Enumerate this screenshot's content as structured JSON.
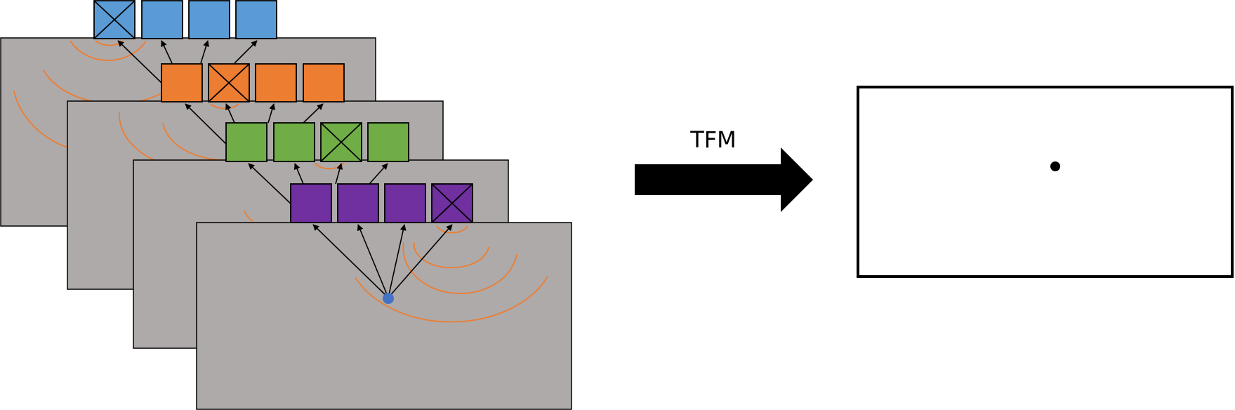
{
  "arrow": {
    "label": "TFM"
  },
  "colors": {
    "panel": "#aeaaaa",
    "wave": "#ed7d31",
    "layer_1": "#5b9bd5",
    "layer_2": "#ed7d31",
    "layer_3": "#70ad47",
    "layer_4": "#7030a0",
    "source": "#4472c4",
    "stroke": "#000000"
  },
  "layers": [
    {
      "color": "layer_1",
      "crossed_element": 1,
      "element_count": 4
    },
    {
      "color": "layer_2",
      "crossed_element": 2,
      "element_count": 4
    },
    {
      "color": "layer_3",
      "crossed_element": 3,
      "element_count": 4
    },
    {
      "color": "layer_4",
      "crossed_element": 4,
      "element_count": 4
    }
  ]
}
